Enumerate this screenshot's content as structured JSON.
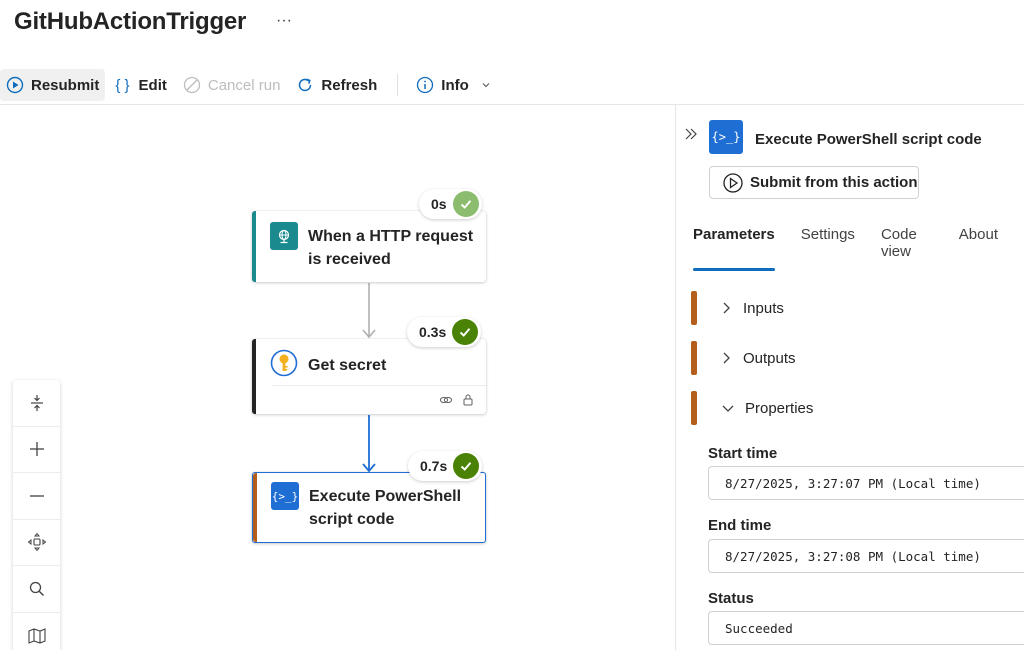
{
  "header": {
    "title": "GitHubActionTrigger",
    "more": "···"
  },
  "toolbar": {
    "resubmit": "Resubmit",
    "edit": "Edit",
    "cancel_run": "Cancel run",
    "refresh": "Refresh",
    "info": "Info"
  },
  "canvas": {
    "steps": [
      {
        "label_line1": "When a HTTP request",
        "label_line2": "is received",
        "duration": "0s",
        "status": "succeeded",
        "accent": "#1b8a8f",
        "icon": "http-request-icon"
      },
      {
        "label_line1": "Get secret",
        "label_line2": "",
        "duration": "0.3s",
        "status": "succeeded",
        "accent": "#242424",
        "icon": "key-vault-icon"
      },
      {
        "label_line1": "Execute PowerShell",
        "label_line2": "script code",
        "duration": "0.7s",
        "status": "succeeded",
        "accent": "#b55e1b",
        "icon": "powershell-icon"
      }
    ],
    "zoom_controls": [
      "collapse-icon",
      "zoom-in-icon",
      "zoom-out-icon",
      "fit-view-icon",
      "search-icon",
      "minimap-icon"
    ]
  },
  "panel": {
    "title": "Execute PowerShell script code",
    "submit_from_action": "Submit from this action",
    "tabs": [
      "Parameters",
      "Settings",
      "Code view",
      "About"
    ],
    "active_tab": "Parameters",
    "sections": [
      "Inputs",
      "Outputs",
      "Properties"
    ],
    "properties": {
      "start_time_label": "Start time",
      "start_time": "8/27/2025, 3:27:07 PM (Local time)",
      "end_time_label": "End time",
      "end_time": "8/27/2025, 3:27:08 PM (Local time)",
      "status_label": "Status",
      "status": "Succeeded"
    }
  },
  "colors": {
    "accent": "#0f6cbd",
    "success": "#498205",
    "section_bar": "#b55e1b"
  }
}
